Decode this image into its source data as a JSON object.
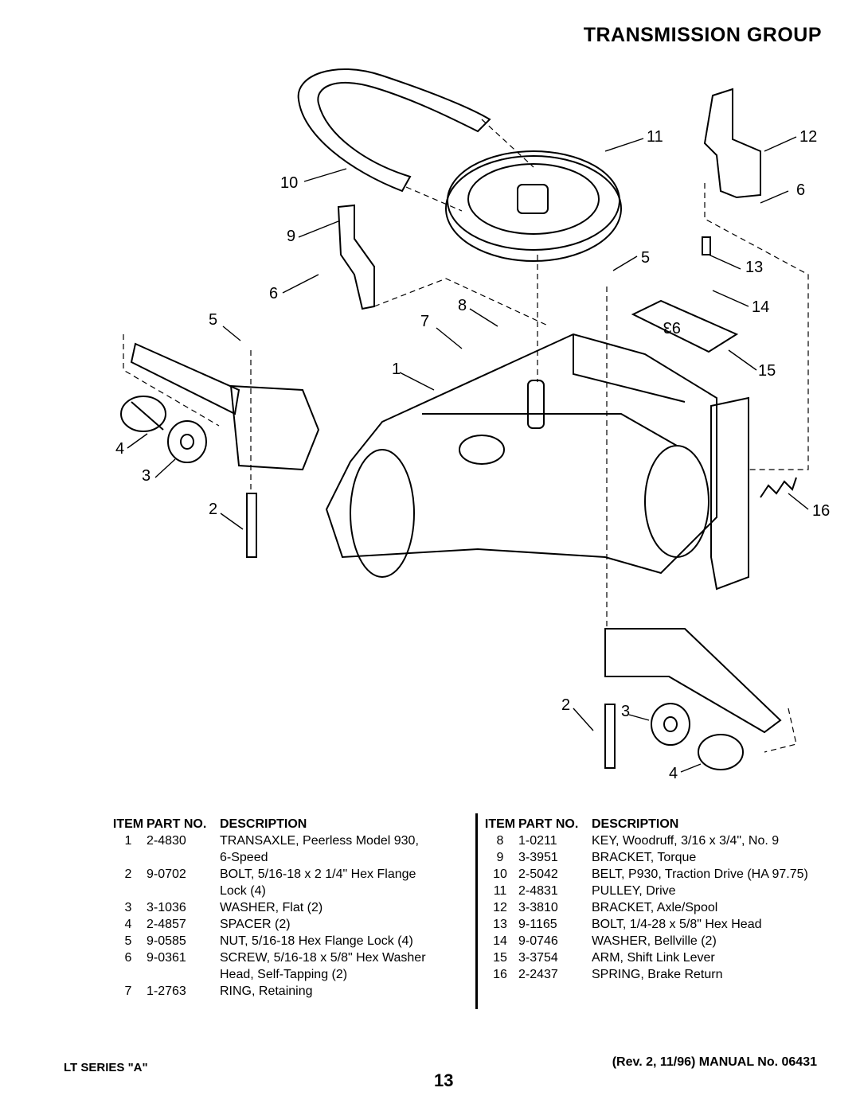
{
  "title": "TRANSMISSION GROUP",
  "callouts": [
    "1",
    "2",
    "2",
    "3",
    "3",
    "4",
    "4",
    "5",
    "5",
    "6",
    "6",
    "7",
    "8",
    "9",
    "10",
    "11",
    "12",
    "13",
    "14",
    "15",
    "16"
  ],
  "plate_text": "93",
  "table_headers": {
    "item": "ITEM",
    "part": "PART NO.",
    "desc": "DESCRIPTION"
  },
  "left_rows": [
    {
      "item": "1",
      "part": "2-4830",
      "desc": "TRANSAXLE, Peerless Model 930,"
    },
    {
      "item": "",
      "part": "",
      "desc": "6-Speed"
    },
    {
      "item": "2",
      "part": "9-0702",
      "desc": "BOLT, 5/16-18 x 2 1/4\" Hex Flange"
    },
    {
      "item": "",
      "part": "",
      "desc": "Lock (4)"
    },
    {
      "item": "3",
      "part": "3-1036",
      "desc": "WASHER, Flat (2)"
    },
    {
      "item": "4",
      "part": "2-4857",
      "desc": "SPACER (2)"
    },
    {
      "item": "5",
      "part": "9-0585",
      "desc": "NUT, 5/16-18 Hex Flange Lock (4)"
    },
    {
      "item": "6",
      "part": "9-0361",
      "desc": "SCREW, 5/16-18 x 5/8\" Hex Washer"
    },
    {
      "item": "",
      "part": "",
      "desc": "Head, Self-Tapping (2)"
    },
    {
      "item": "7",
      "part": "1-2763",
      "desc": "RING, Retaining"
    }
  ],
  "right_rows": [
    {
      "item": "8",
      "part": "1-0211",
      "desc": "KEY, Woodruff, 3/16 x 3/4\", No. 9"
    },
    {
      "item": "9",
      "part": "3-3951",
      "desc": "BRACKET, Torque"
    },
    {
      "item": "10",
      "part": "2-5042",
      "desc": "BELT, P930, Traction Drive (HA 97.75)"
    },
    {
      "item": "11",
      "part": "2-4831",
      "desc": "PULLEY, Drive"
    },
    {
      "item": "12",
      "part": "3-3810",
      "desc": "BRACKET, Axle/Spool"
    },
    {
      "item": "13",
      "part": "9-1165",
      "desc": "BOLT, 1/4-28 x 5/8\" Hex Head"
    },
    {
      "item": "14",
      "part": "9-0746",
      "desc": "WASHER, Bellville (2)"
    },
    {
      "item": "15",
      "part": "3-3754",
      "desc": "ARM, Shift Link Lever"
    },
    {
      "item": "16",
      "part": "2-2437",
      "desc": "SPRING, Brake Return"
    }
  ],
  "footer": {
    "series": "LT SERIES \"A\"",
    "page": "13",
    "manual": "(Rev. 2, 11/96) MANUAL No. 06431"
  }
}
